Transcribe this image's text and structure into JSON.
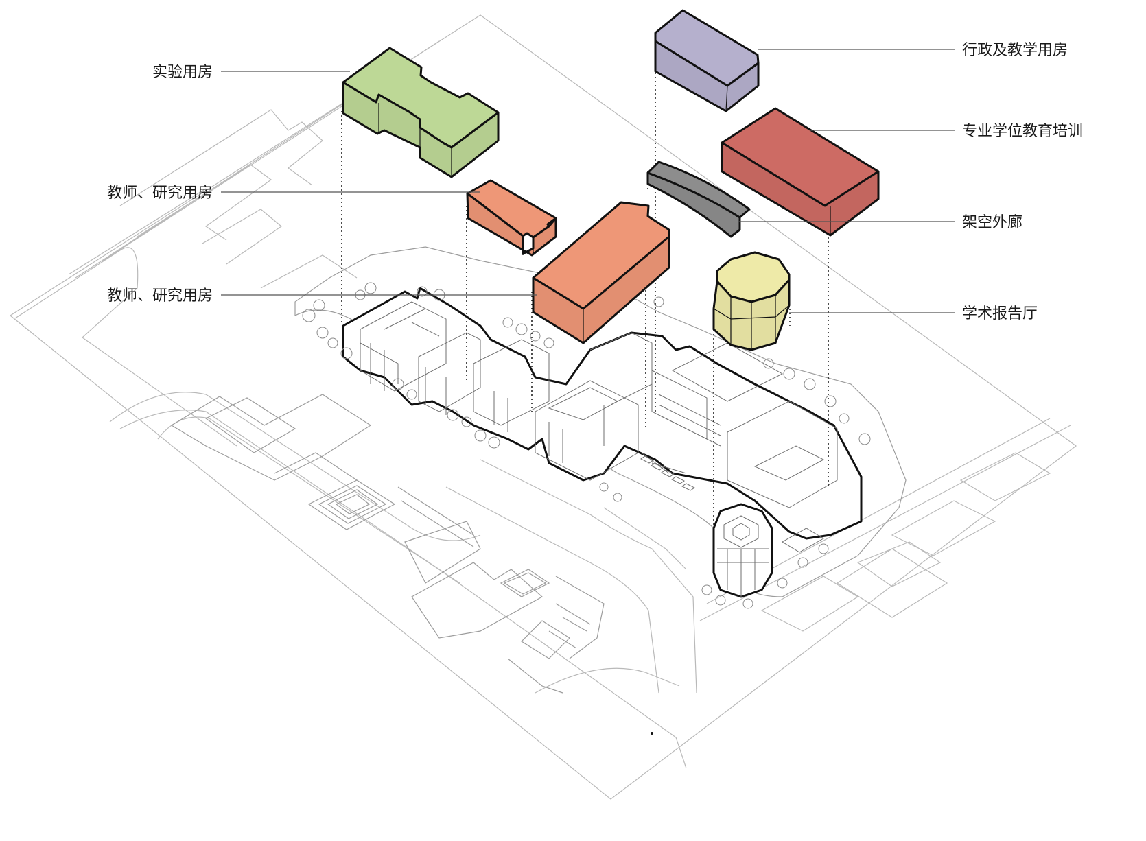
{
  "labels": {
    "lab_rooms": "实验用房",
    "teacher_rooms_1": "教师、研究用房",
    "teacher_rooms_2": "教师、研究用房",
    "admin_rooms": "行政及教学用房",
    "training_rooms": "专业学位教育培训",
    "corridor": "架空外廊",
    "auditorium": "学术报告厅"
  },
  "colors": {
    "lab": "#bdd896",
    "teacher": "#ee9777",
    "admin": "#b5b0cd",
    "training": "#cd6b64",
    "corridor": "#8d8d8d",
    "auditorium": "#eeeaa8"
  }
}
